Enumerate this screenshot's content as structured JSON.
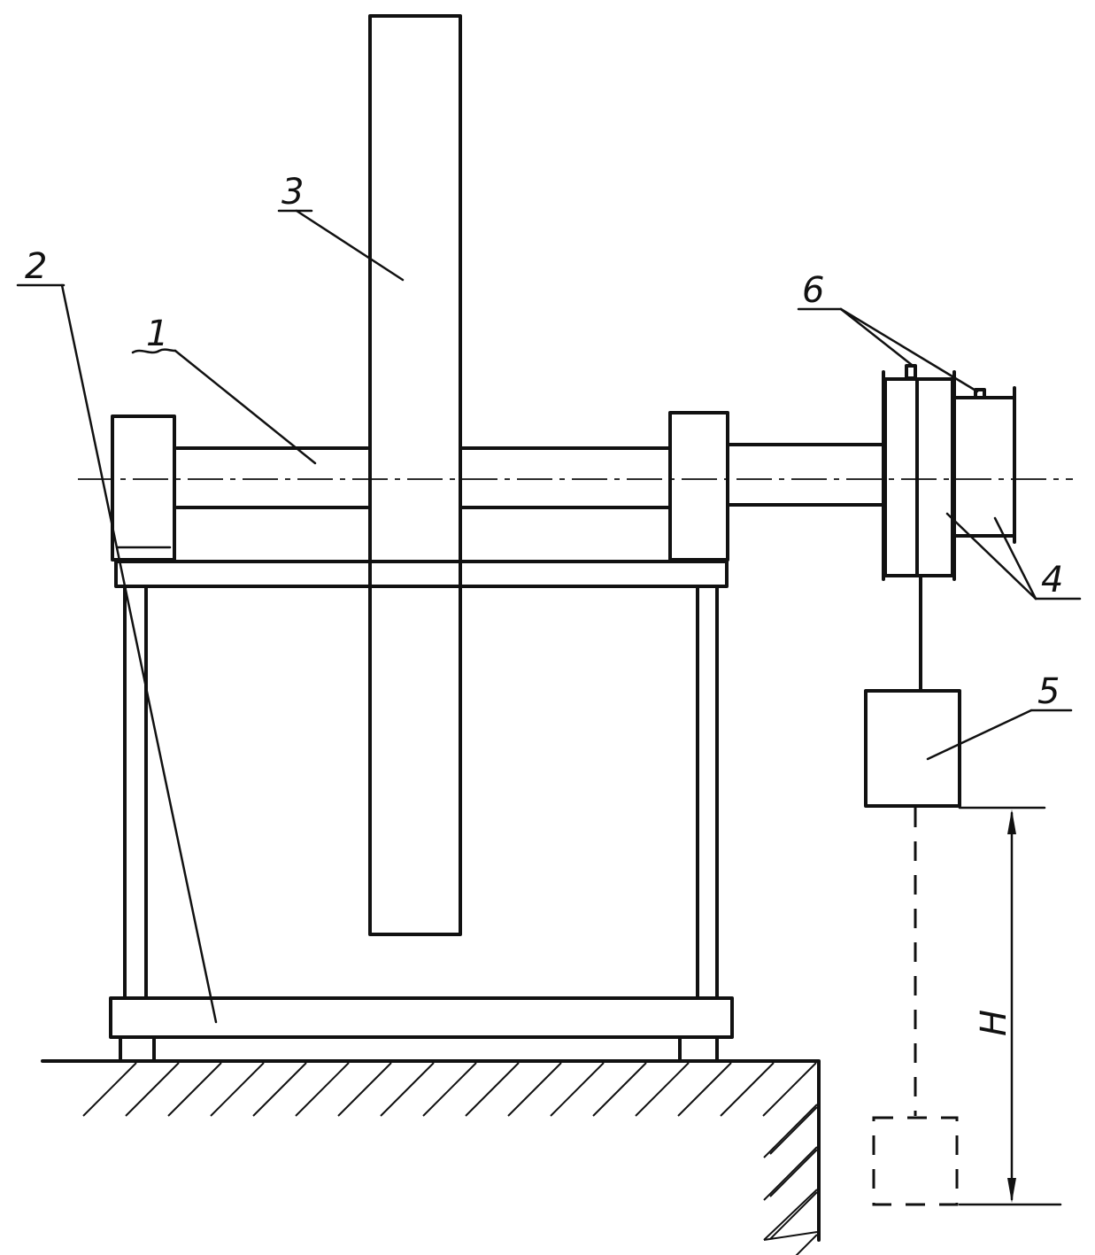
{
  "labels": {
    "part1": "1",
    "part2": "2",
    "part3": "3",
    "part4": "4",
    "part5": "5",
    "part6": "6",
    "height": "H"
  },
  "colors": {
    "ink": "#111111",
    "paper": "#ffffff"
  }
}
